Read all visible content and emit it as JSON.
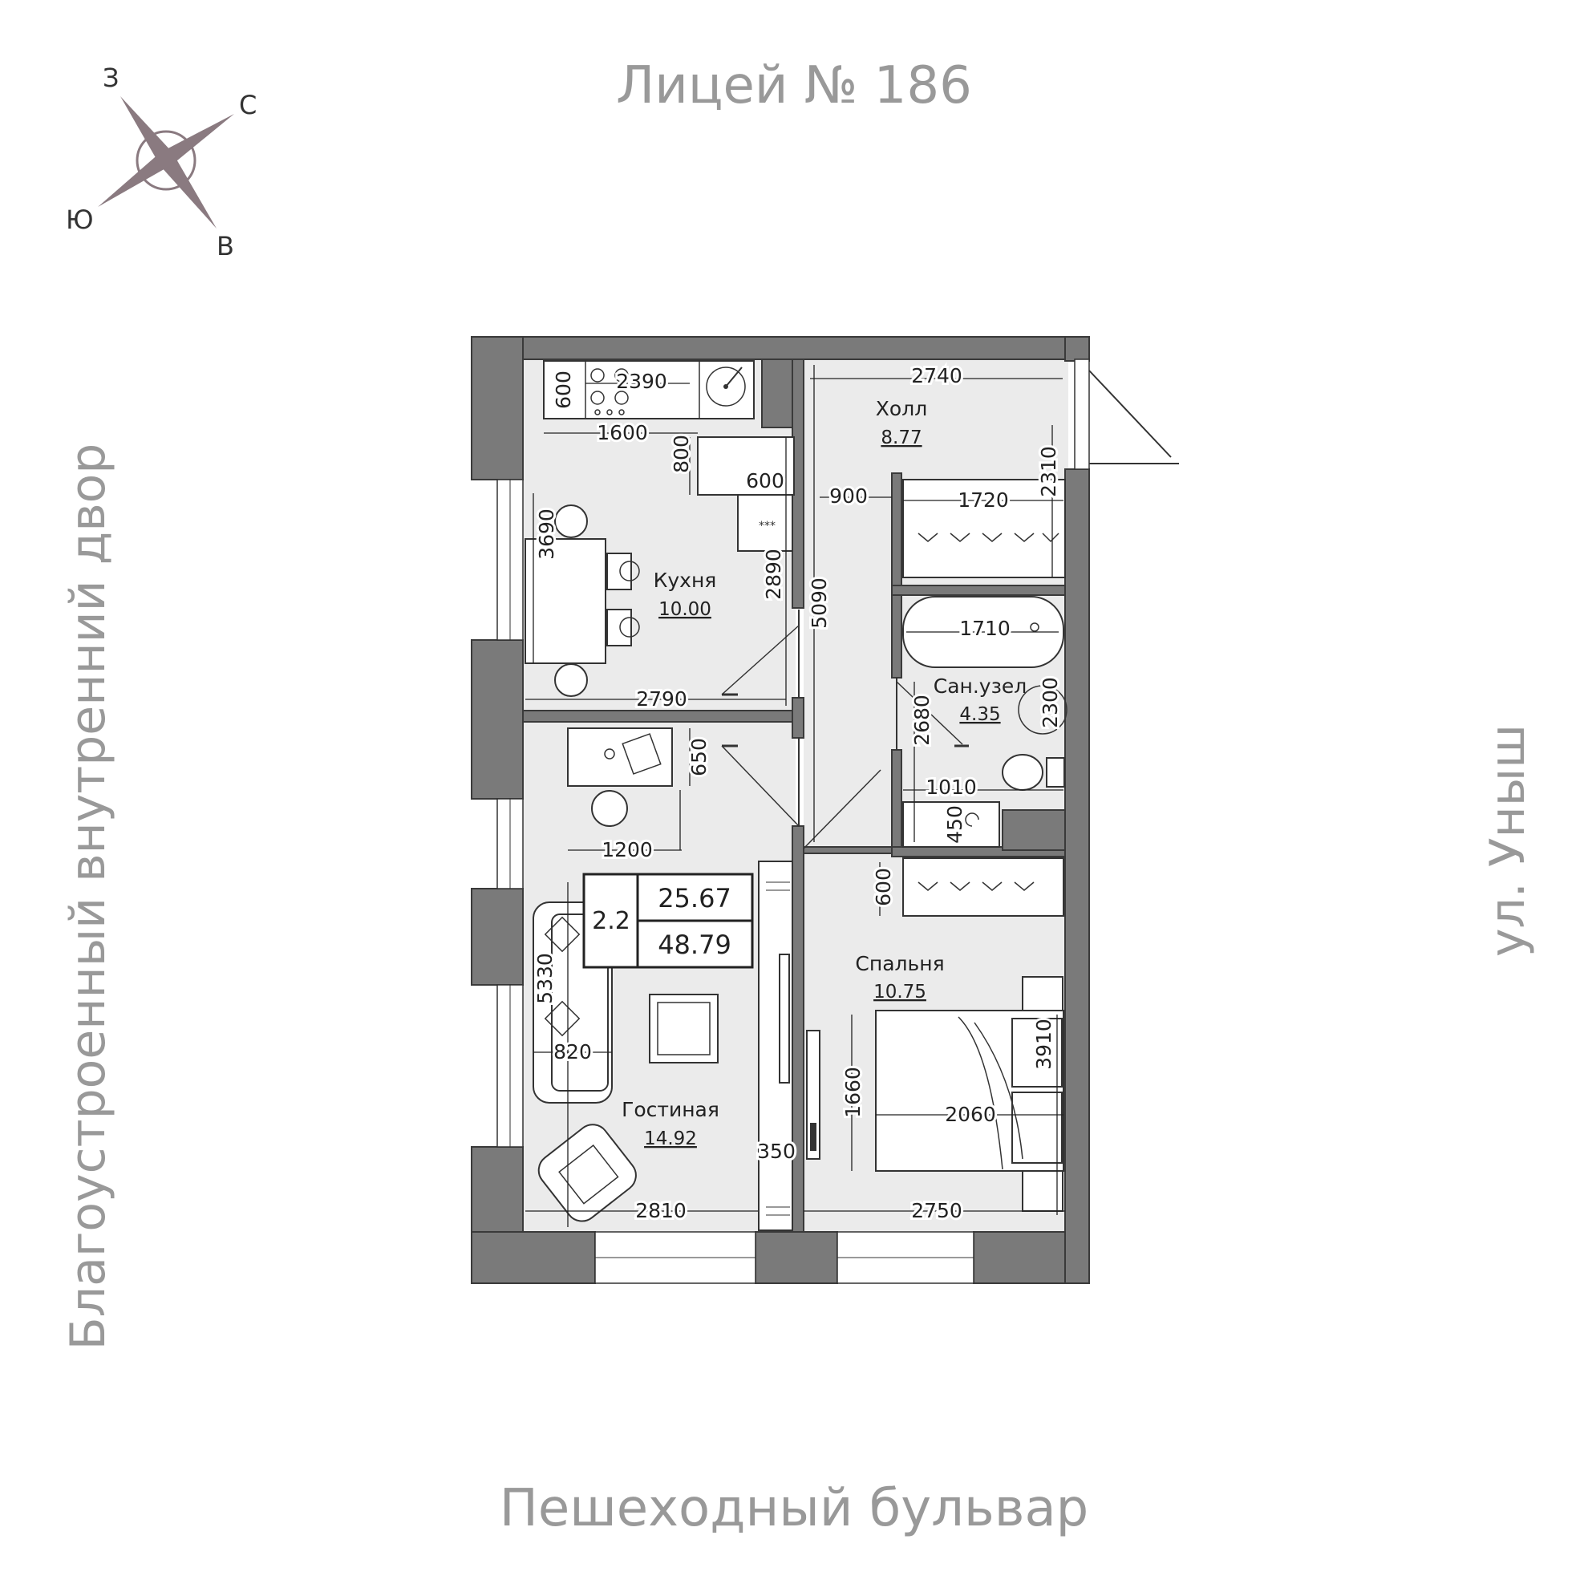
{
  "compass": {
    "north": "С",
    "east": "В",
    "south": "Ю",
    "west": "З"
  },
  "labels": {
    "top": "Лицей № 186",
    "bottom": "Пешеходный бульвар",
    "left": "Благоустроенный внутренний двор",
    "right": "ул. Уныш"
  },
  "rooms": {
    "kitchen": {
      "name": "Кухня",
      "area": "10.00"
    },
    "hall": {
      "name": "Холл",
      "area": "8.77"
    },
    "bathroom": {
      "name": "Сан.узел",
      "area": "4.35"
    },
    "living": {
      "name": "Гостиная",
      "area": "14.92"
    },
    "bedroom": {
      "name": "Спальня",
      "area": "10.75"
    }
  },
  "summary": {
    "ceiling": "2.2",
    "living_area": "25.67",
    "total_area": "48.79"
  },
  "dims": {
    "d2390": "2390",
    "d600a": "600",
    "d1600": "1600",
    "d800": "800",
    "d600b": "600",
    "d3690": "3690",
    "d2890": "2890",
    "d2790": "2790",
    "d2740": "2740",
    "d900": "900",
    "d1720": "1720",
    "d2310": "2310",
    "d5090": "5090",
    "d1710": "1710",
    "d2300": "2300",
    "d2680": "2680",
    "d1010": "1010",
    "d450": "450",
    "d650": "650",
    "d1200": "1200",
    "d600c": "600",
    "d5330": "5330",
    "d820": "820",
    "d3910": "3910",
    "d1660": "1660",
    "d2060": "2060",
    "d350": "350",
    "d2810": "2810",
    "d2750": "2750"
  },
  "colors": {
    "wall": "#7a7a7a",
    "floor": "#ebebeb",
    "compass": "#8a7a80",
    "side_text": "#999999"
  }
}
